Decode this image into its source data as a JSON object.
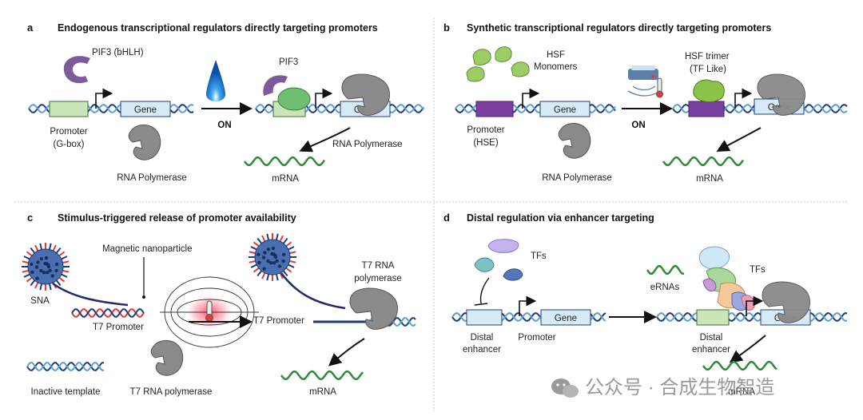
{
  "panels": {
    "a": {
      "letter": "a",
      "title": "Endogenous transcriptional regulators directly targeting promoters",
      "pif3_label": "PIF3 (bHLH)",
      "gene": "Gene",
      "promoter": "Promoter",
      "promoter_sub": "(G-box)",
      "rnap": "RNA Polymerase",
      "on": "ON",
      "pif3_bound": "PIF3",
      "gene2": "Gene",
      "rnap2": "RNA Polymerase",
      "mrna": "mRNA"
    },
    "b": {
      "letter": "b",
      "title": "Synthetic transcriptional regulators directly targeting promoters",
      "hsf": "HSF",
      "monomers": "Monomers",
      "gene": "Gene",
      "promoter": "Promoter",
      "promoter_sub": "(HSE)",
      "rnap": "RNA Polymerase",
      "on": "ON",
      "trimer": "HSF trimer",
      "trimer_sub": "(TF Like)",
      "gene2": "Gene",
      "mrna": "mRNA"
    },
    "c": {
      "letter": "c",
      "title": "Stimulus-triggered release of promoter availability",
      "nanoparticle": "Magnetic nanoparticle",
      "sna": "SNA",
      "t7_promoter": "T7 Promoter",
      "t7_promoter2": "T7 Promoter",
      "t7_rnap": "T7 RNA",
      "t7_rnap_sub": "polymerase",
      "inactive": "Inactive template",
      "t7_rnap_bottom": "T7 RNA polymerase",
      "mrna": "mRNA"
    },
    "d": {
      "letter": "d",
      "title": "Distal regulation via enhancer targeting",
      "tfs": "TFs",
      "gene": "Gene",
      "distal": "Distal",
      "enhancer": "enhancer",
      "promoter": "Promoter",
      "erna": "eRNAs",
      "tfs2": "TFs",
      "distal2": "Distal",
      "enhancer2": "enhancer",
      "gene2": "Gene",
      "mrna": "mRNA"
    }
  },
  "watermark": "公众号 · 合成生物智造",
  "colors": {
    "dna_dark": "#1f3d7a",
    "dna_light": "#5aa0d8",
    "promoter_green": "#c8e6b8",
    "promoter_purple": "#7a3fa0",
    "gene_box": "#d6ebf5",
    "polymerase": "#8a8a8a",
    "pif3": "#7d5a9a",
    "hsf": "#9ccc65",
    "mrna": "#2e8b3a",
    "divider": "#c8c8c8"
  },
  "icons": [
    "light-cone-icon",
    "thermometer-icon",
    "heater-device-icon",
    "nanoparticle-icon",
    "magnetic-field-icon",
    "wechat-icon"
  ]
}
